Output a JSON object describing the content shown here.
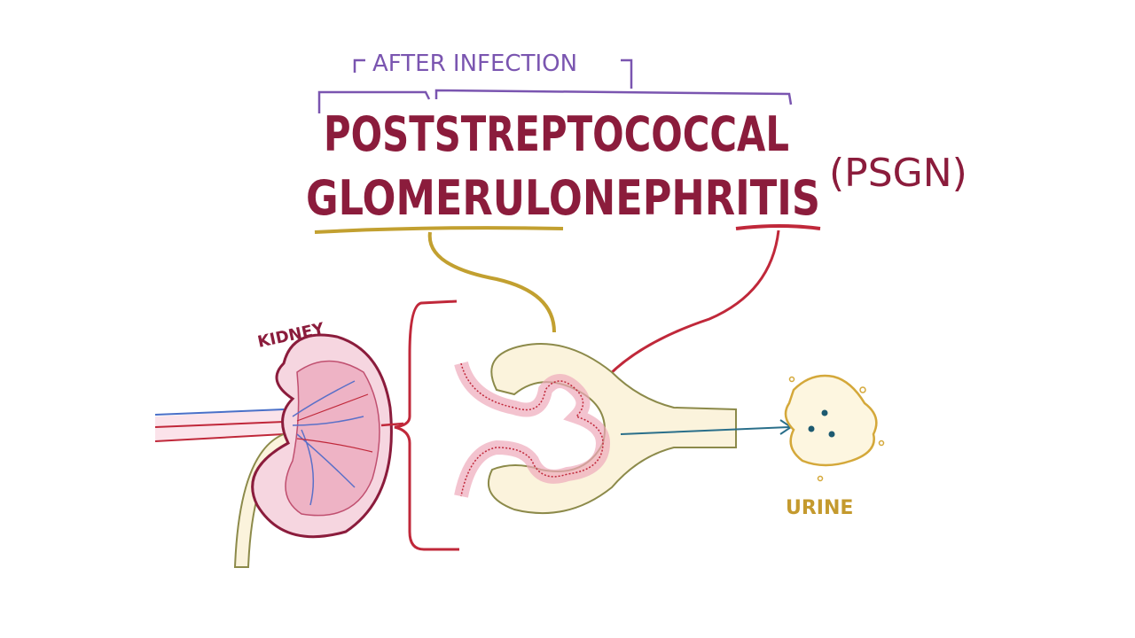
{
  "title": {
    "line1": "POSTSTREPTOCOCCAL",
    "line2": "GLOMERULONEPHRITIS",
    "abbreviation": "(PSGN)",
    "bracket_label": "AFTER INFECTION"
  },
  "labels": {
    "kidney": "KIDNEY",
    "urine": "URINE"
  },
  "colors": {
    "title": "#8b1c3c",
    "bracket": "#7a55b0",
    "glomerulo_line": "#c2a030",
    "nephritis_line": "#c0283a",
    "kidney_outline": "#8b1c3c",
    "kidney_fill": "#f6d6e0",
    "capsule_fill": "#fbf3dc",
    "capsule_outline": "#8c8a4a",
    "urine_outline": "#d4a83a",
    "arrow": "#2a6f8a",
    "urine_text": "#c49a2e"
  }
}
